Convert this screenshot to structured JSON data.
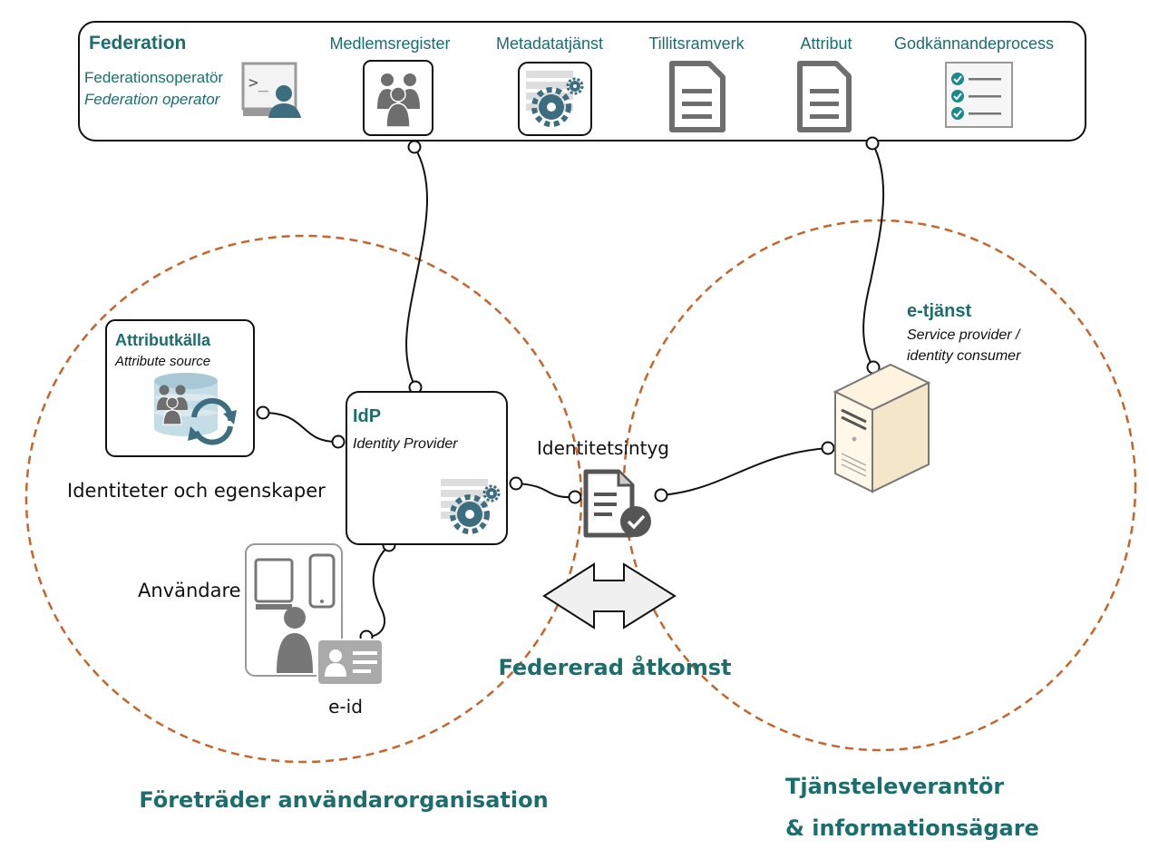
{
  "federation": {
    "title": "Federation",
    "operator_sv": "Federationsoperatör",
    "operator_en": "Federation operator",
    "components": [
      {
        "label": "Medlemsregister",
        "icon": "people-icon"
      },
      {
        "label": "Metadatatjänst",
        "icon": "gear-list-icon"
      },
      {
        "label": "Tillitsramverk",
        "icon": "document-icon"
      },
      {
        "label": "Attribut",
        "icon": "document-icon"
      },
      {
        "label": "Godkännandeprocess",
        "icon": "checklist-icon"
      }
    ]
  },
  "attribute_source": {
    "title": "Attributkälla",
    "subtitle": "Attribute source",
    "caption": "Identiteter och egenskaper"
  },
  "idp": {
    "title": "IdP",
    "subtitle": "Identity Provider"
  },
  "assertion": {
    "label": "Identitetsintyg"
  },
  "user": {
    "label": "Användare",
    "eid_label": "e-id"
  },
  "eservice": {
    "title": "e-tjänst",
    "subtitle_line1": "Service provider /",
    "subtitle_line2": "identity consumer"
  },
  "federated_access": "Federerad åtkomst",
  "regions": {
    "left": "Företräder användarorganisation",
    "right_line1": "Tjänsteleverantör",
    "right_line2": "& informationsägare"
  },
  "colors": {
    "teal": "#1b6e6e",
    "dashed_orange": "#c8642a",
    "icon_grey": "#6e6e6e",
    "icon_blue": "#3d6e80"
  }
}
